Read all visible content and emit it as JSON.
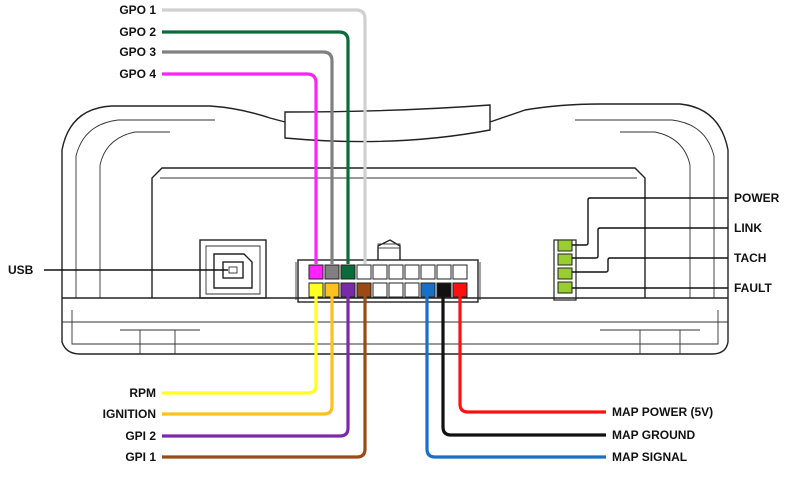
{
  "left_top_labels": [
    "GPO 1",
    "GPO 2",
    "GPO 3",
    "GPO 4"
  ],
  "left_mid_label": "USB",
  "left_bottom_labels": [
    "RPM",
    "IGNITION",
    "GPI 2",
    "GPI 1"
  ],
  "right_top_labels": [
    "POWER",
    "LINK",
    "TACH",
    "FAULT"
  ],
  "right_bottom_labels": [
    "MAP POWER (5V)",
    "MAP GROUND",
    "MAP SIGNAL"
  ],
  "wire_colors": {
    "gpo1": "#d0d0d0",
    "gpo2": "#0b6b3a",
    "gpo3": "#808080",
    "gpo4": "#ff22ff",
    "rpm": "#ffff22",
    "ignition": "#ffc020",
    "gpi2": "#7a2aa8",
    "gpi1": "#9a4a12",
    "map_power": "#ff1010",
    "map_ground": "#111111",
    "map_signal": "#1670c8",
    "led": "#9acd32"
  }
}
